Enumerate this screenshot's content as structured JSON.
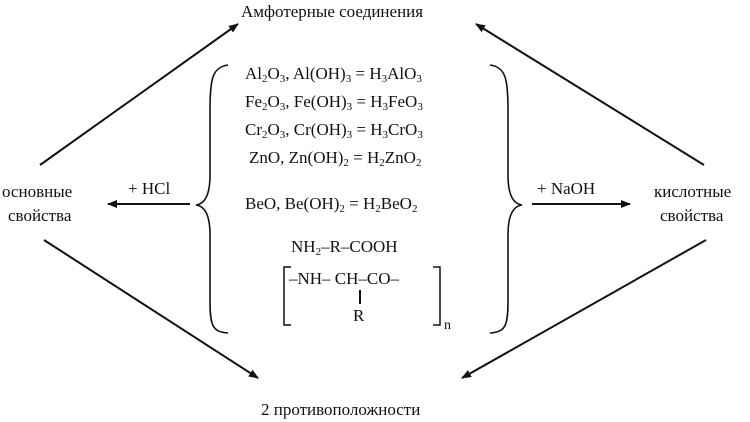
{
  "title_top": "Амфотерные соединения",
  "title_bottom": "2 противоположности",
  "left": {
    "line1": "основные",
    "line2": "свойства",
    "reagent": "+ HCl"
  },
  "right": {
    "line1": "кислотные",
    "line2": "свойства",
    "reagent": "+ NaOH"
  },
  "formulas": {
    "al": [
      {
        "t": "Al"
      },
      {
        "s": "2"
      },
      {
        "t": "O"
      },
      {
        "s": "3"
      },
      {
        "t": ", Al(OH)"
      },
      {
        "s": "3"
      },
      {
        "t": " = H"
      },
      {
        "s": "3"
      },
      {
        "t": "AlO"
      },
      {
        "s": "3"
      }
    ],
    "fe": [
      {
        "t": "Fe"
      },
      {
        "s": "2"
      },
      {
        "t": "O"
      },
      {
        "s": "3"
      },
      {
        "t": ", Fe(OH)"
      },
      {
        "s": "3"
      },
      {
        "t": " = H"
      },
      {
        "s": "3"
      },
      {
        "t": "FeO"
      },
      {
        "s": "3"
      }
    ],
    "cr": [
      {
        "t": "Cr"
      },
      {
        "s": "2"
      },
      {
        "t": "O"
      },
      {
        "s": "3"
      },
      {
        "t": ", Cr(OH)"
      },
      {
        "s": "3"
      },
      {
        "t": " = H"
      },
      {
        "s": "3"
      },
      {
        "t": "CrO"
      },
      {
        "s": "3"
      }
    ],
    "zn": [
      {
        "t": "ZnO, Zn(OH)"
      },
      {
        "s": "2"
      },
      {
        "t": " = H"
      },
      {
        "s": "2"
      },
      {
        "t": "ZnO"
      },
      {
        "s": "2"
      }
    ],
    "be": [
      {
        "t": "BeO, Be(OH)"
      },
      {
        "s": "2"
      },
      {
        "t": " = H"
      },
      {
        "s": "2"
      },
      {
        "t": "BeO"
      },
      {
        "s": "2"
      }
    ],
    "aa": [
      {
        "t": "NH"
      },
      {
        "s": "2"
      },
      {
        "t": "–R–COOH"
      }
    ]
  },
  "polymer": {
    "chain": "–NH– CH–CO–",
    "side_group": "R",
    "subscript": "n"
  },
  "colors": {
    "ink": "#111111",
    "background": "#ffffff"
  }
}
